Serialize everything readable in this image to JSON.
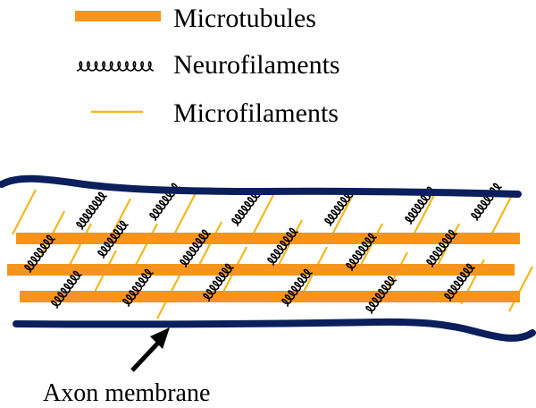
{
  "legend": {
    "items": [
      {
        "label": "Microtubules",
        "symbol": "orange-bar-icon"
      },
      {
        "label": "Neurofilaments",
        "symbol": "coil-icon"
      },
      {
        "label": "Microfilaments",
        "symbol": "thin-line-icon"
      }
    ]
  },
  "annotation": {
    "label": "Axon membrane"
  },
  "colors": {
    "microtubule": "#f7941d",
    "neurofilament": "#000000",
    "microfilament": "#f5b81c",
    "membrane": "#0b1f5c",
    "arrow": "#000000"
  }
}
